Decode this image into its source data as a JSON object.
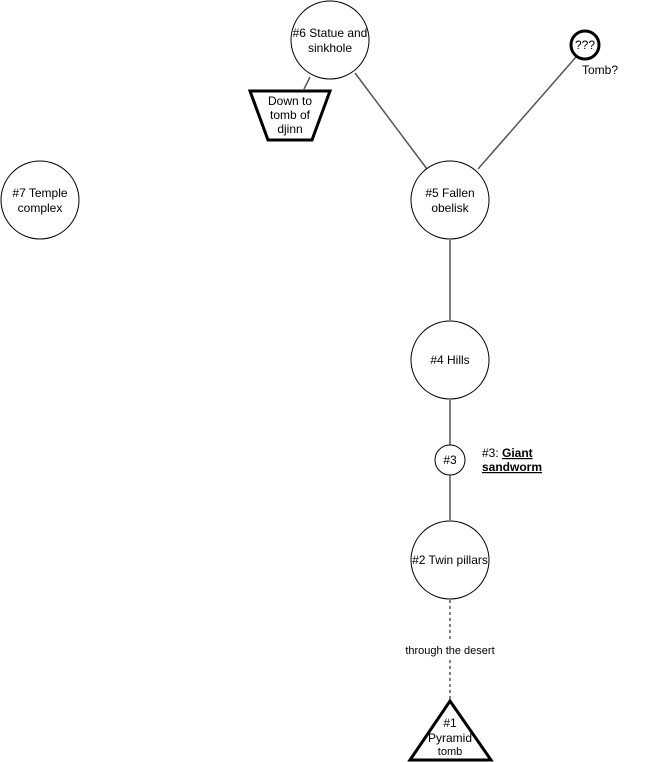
{
  "nodes": {
    "pyramid": {
      "line1": "#1",
      "line2": "Pyramid",
      "line3": "tomb"
    },
    "pillars": {
      "label": "#2 Twin pillars"
    },
    "sandworm": {
      "label": "#3"
    },
    "hills": {
      "label": "#4 Hills"
    },
    "obelisk": {
      "line1": "#5 Fallen",
      "line2": "obelisk"
    },
    "statue": {
      "line1": "#6 Statue and",
      "line2": "sinkhole"
    },
    "temple": {
      "line1": "#7 Temple",
      "line2": "complex"
    },
    "unknown": {
      "label": "???"
    },
    "djinn": {
      "line1": "Down to",
      "line2": "tomb of",
      "line3": "djinn"
    }
  },
  "annotations": {
    "sandworm_prefix": "#3: ",
    "sandworm_link_line1": "Giant",
    "sandworm_link_line2": "sandworm",
    "tomb_question": "Tomb?",
    "desert_path": "through the desert"
  }
}
